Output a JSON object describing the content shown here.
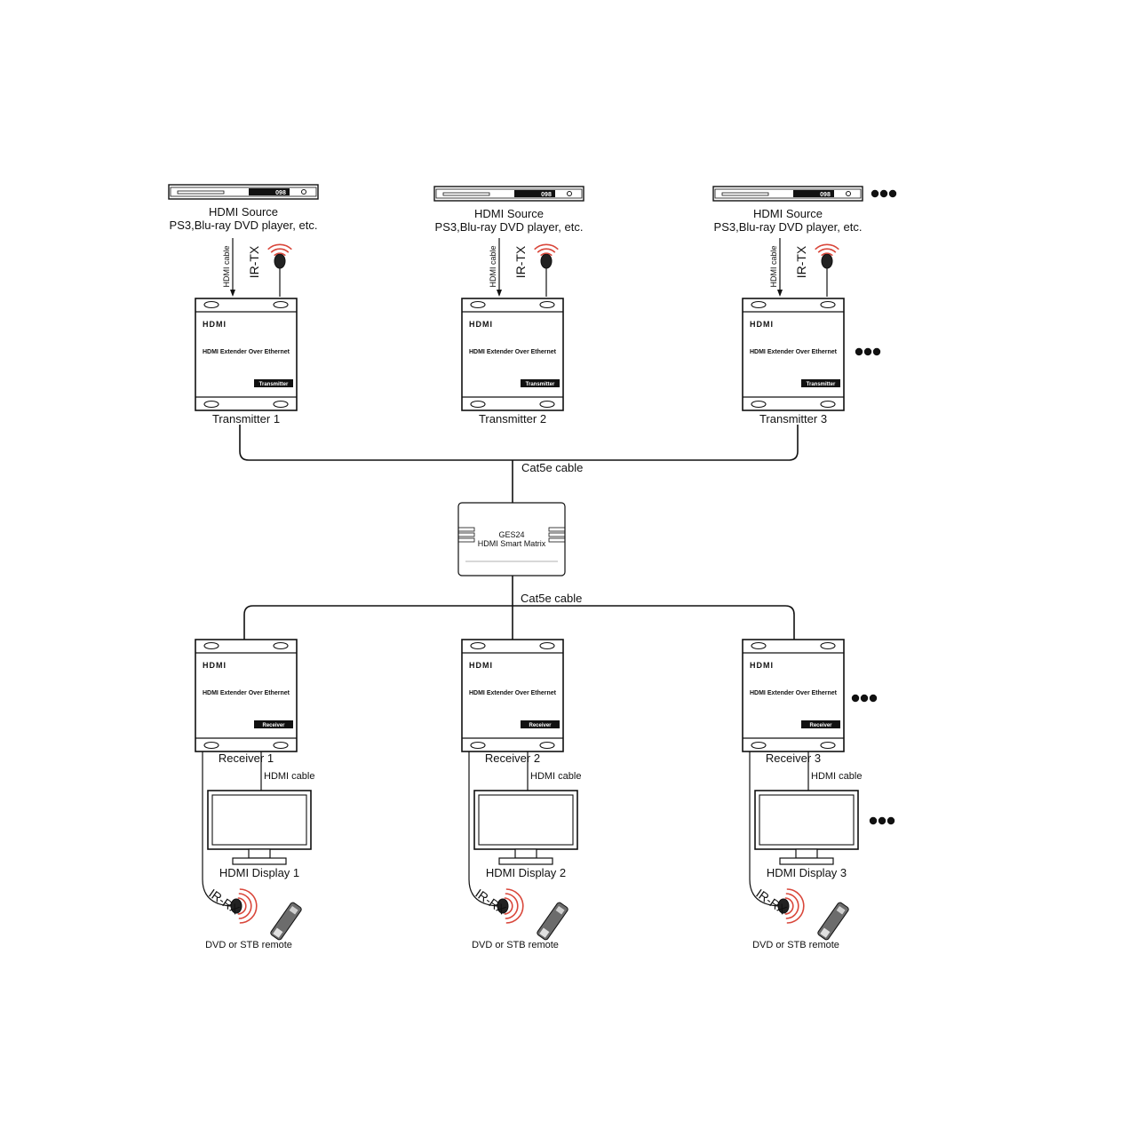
{
  "colors": {
    "line": "#111111",
    "box_fill": "#ffffff",
    "badge": "#111111",
    "ir_wave": "#d9473b"
  },
  "sources": [
    {
      "name": "HDMI Source",
      "desc": "PS3,Blu-ray DVD player, etc.",
      "display": "098",
      "cable_label": "HDMI cable",
      "ir_label": "IR-TX"
    },
    {
      "name": "HDMI Source",
      "desc": "PS3,Blu-ray DVD player, etc.",
      "display": "098",
      "cable_label": "HDMI cable",
      "ir_label": "IR-TX"
    },
    {
      "name": "HDMI Source",
      "desc": "PS3,Blu-ray DVD player, etc.",
      "display": "098",
      "cable_label": "HDMI cable",
      "ir_label": "IR-TX"
    }
  ],
  "transmitters": [
    {
      "logo": "HDMI",
      "product": "HDMI Extender Over Ethernet",
      "badge": "Transmitter",
      "label": "Transmitter 1"
    },
    {
      "logo": "HDMI",
      "product": "HDMI Extender Over Ethernet",
      "badge": "Transmitter",
      "label": "Transmitter 2"
    },
    {
      "logo": "HDMI",
      "product": "HDMI Extender Over Ethernet",
      "badge": "Transmitter",
      "label": "Transmitter 3"
    }
  ],
  "matrix": {
    "model": "GES24",
    "name": "HDMI Smart Matrix"
  },
  "cable_top": "Cat5e cable",
  "cable_bottom": "Cat5e cable",
  "receivers": [
    {
      "logo": "HDMI",
      "product": "HDMI Extender Over Ethernet",
      "badge": "Receiver",
      "label": "Receiver 1"
    },
    {
      "logo": "HDMI",
      "product": "HDMI Extender Over Ethernet",
      "badge": "Receiver",
      "label": "Receiver 2"
    },
    {
      "logo": "HDMI",
      "product": "HDMI Extender Over Ethernet",
      "badge": "Receiver",
      "label": "Receiver 3"
    }
  ],
  "displays": [
    {
      "cable_label": "HDMI cable",
      "name": "HDMI Display 1",
      "ir_label": "IR-RX",
      "remote_label": "DVD or STB remote"
    },
    {
      "cable_label": "HDMI cable",
      "name": "HDMI Display 2",
      "ir_label": "IR-RX",
      "remote_label": "DVD or STB remote"
    },
    {
      "cable_label": "HDMI cable",
      "name": "HDMI Display 3",
      "ir_label": "IR-RX",
      "remote_label": "DVD or STB remote"
    }
  ]
}
